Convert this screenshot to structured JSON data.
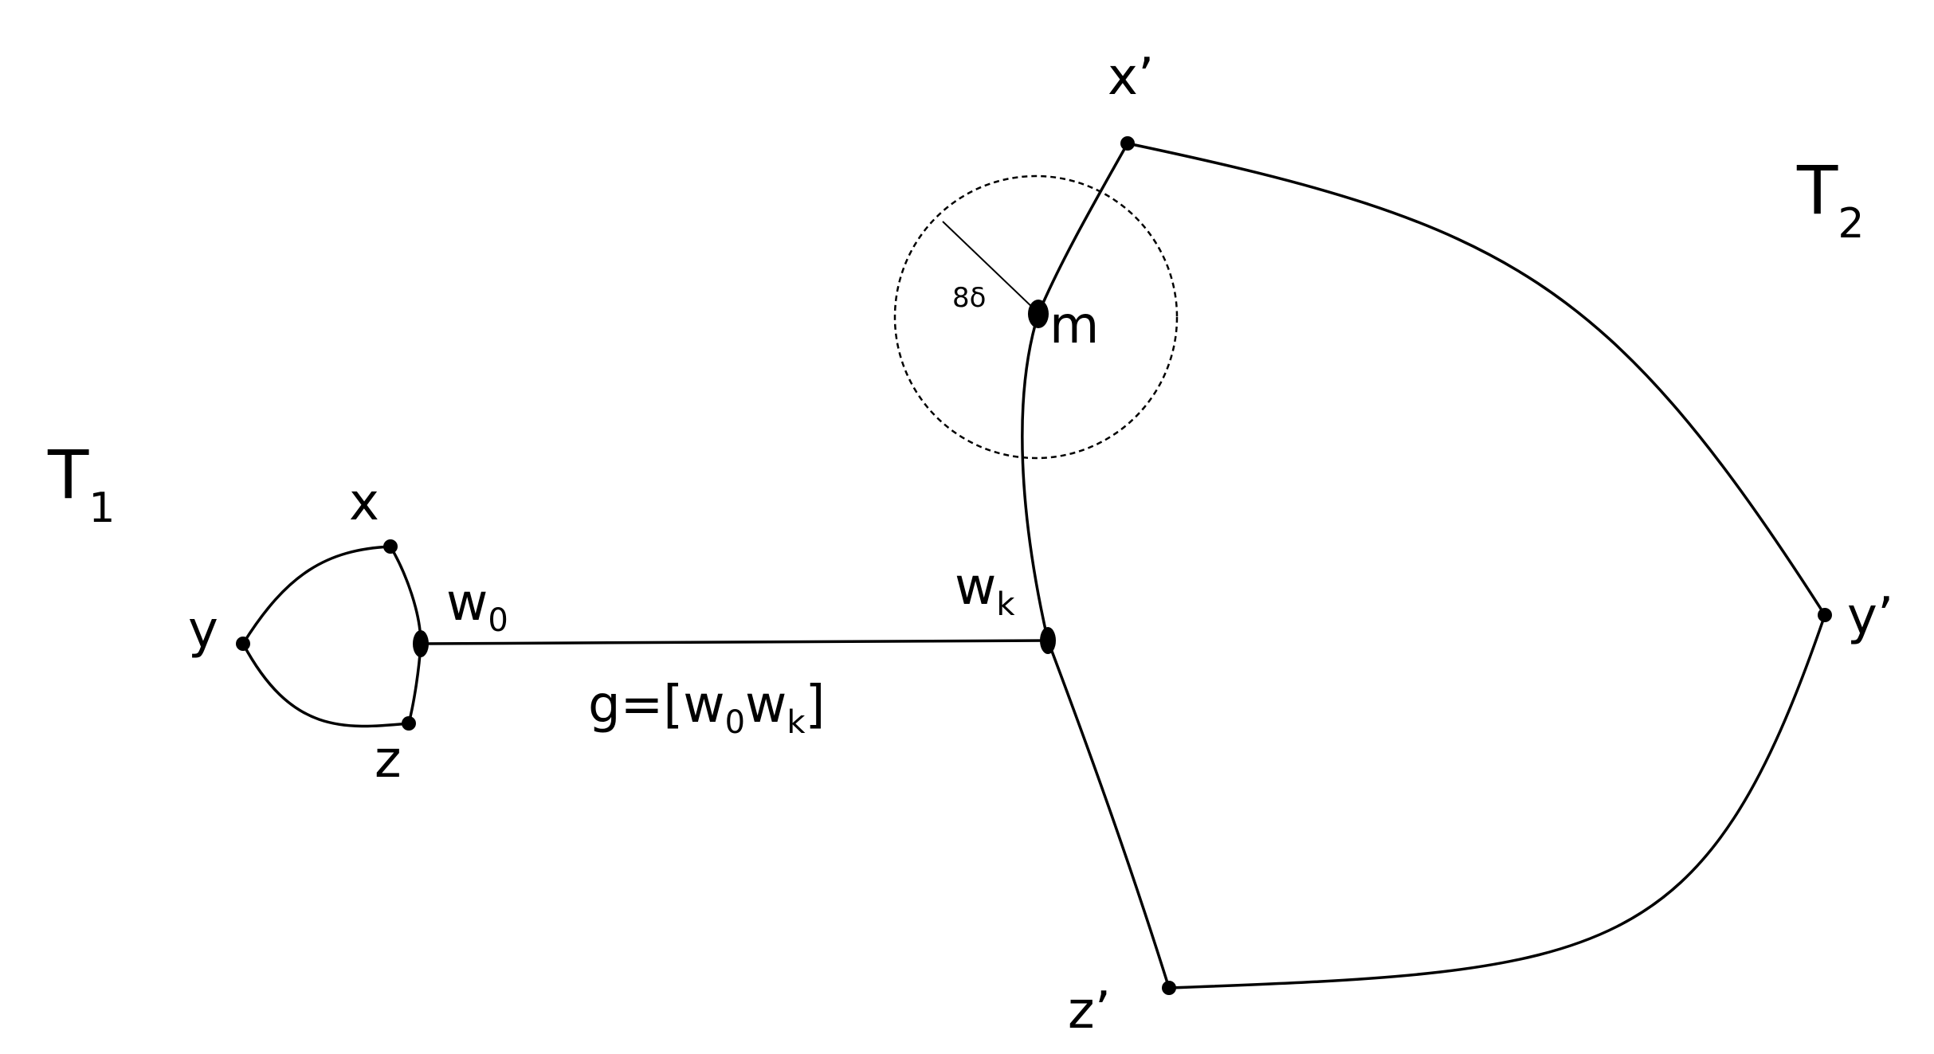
{
  "labels": {
    "t1_main": "T",
    "t1_sub": "1",
    "t2_main": "T",
    "t2_sub": "2",
    "x": "x",
    "y": "y",
    "z": "z",
    "w0_main": "w",
    "w0_sub": "0",
    "wk_main": "w",
    "wk_sub": "k",
    "geodesic_prefix": "g=[w",
    "geodesic_sub0": "0",
    "geodesic_mid": "w",
    "geodesic_subk": "k",
    "geodesic_suffix": "]",
    "x_prime": "x’",
    "y_prime": "y’",
    "z_prime": "z’",
    "m": "m",
    "radius": "8δ"
  }
}
